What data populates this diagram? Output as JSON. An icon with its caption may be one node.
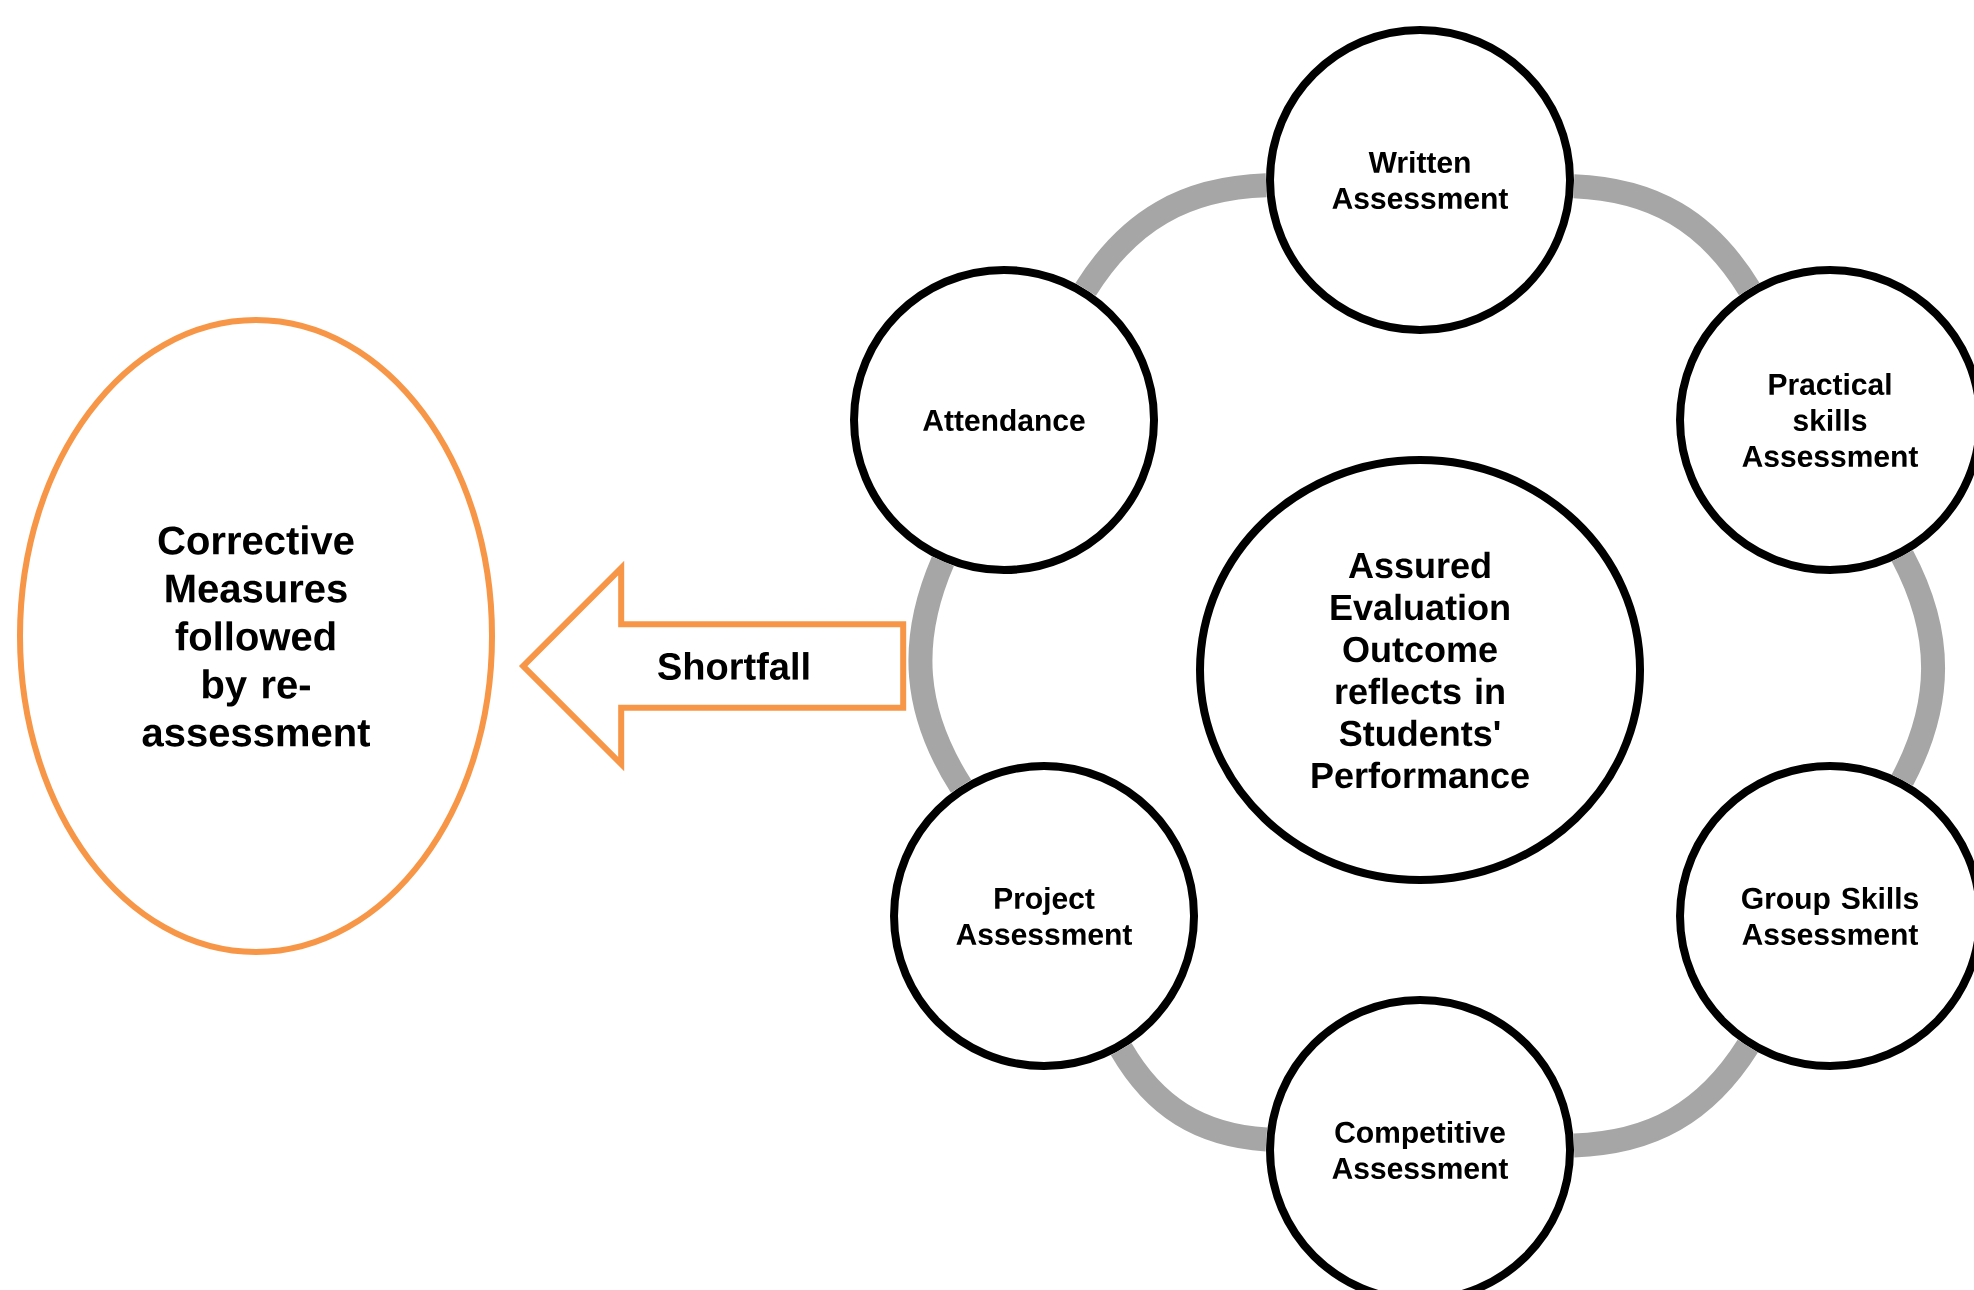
{
  "diagram": {
    "nodes": [
      {
        "text": [
          "Corrective Measures followed by re-assessment"
        ]
      },
      {
        "text": [
          "Shortfall"
        ]
      },
      {
        "text": [
          "Written Assessment"
        ]
      },
      {
        "text": [
          "Attendance"
        ]
      },
      {
        "text": [
          "Practical skills Assessment"
        ]
      },
      {
        "text": [
          "Assured Evaluation Outcome reflects in Students' Performance"
        ]
      },
      {
        "text": [
          "Group Skills Assessment"
        ]
      },
      {
        "text": [
          "Project Assessment"
        ]
      },
      {
        "text": [
          "Competitive Assessment"
        ]
      }
    ],
    "edges": [
      {
        "from": 2,
        "to": 4,
        "arrow": "none"
      },
      {
        "from": 4,
        "to": 6,
        "arrow": "none"
      },
      {
        "from": 6,
        "to": 8,
        "arrow": "none"
      },
      {
        "from": 8,
        "to": 7,
        "arrow": "none"
      },
      {
        "from": 7,
        "to": 3,
        "arrow": "none"
      },
      {
        "from": 3,
        "to": 2,
        "arrow": "none"
      }
    ]
  }
}
